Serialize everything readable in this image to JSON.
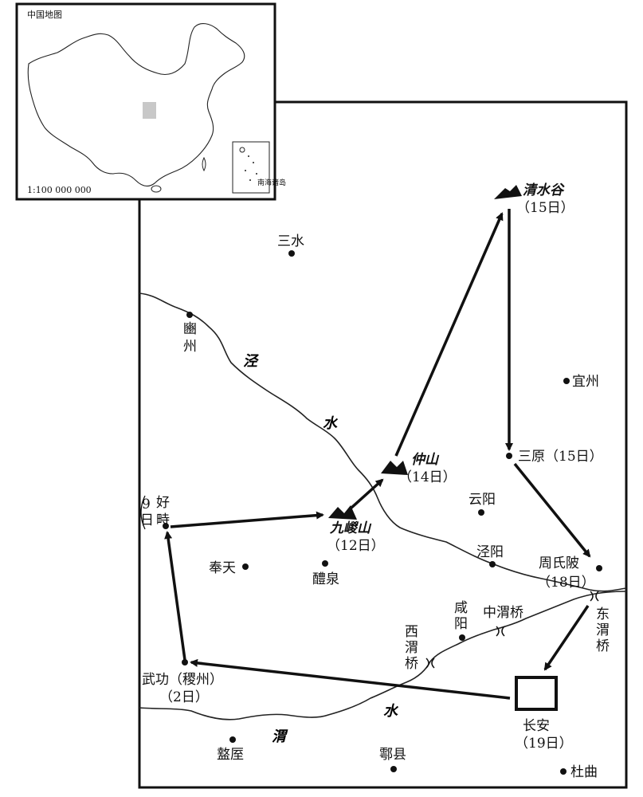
{
  "inset": {
    "title": "中国地图",
    "scale": "1:100 000 000",
    "south_sea_label": "南海诸岛"
  },
  "rivers": {
    "jing_1": "泾",
    "jing_2": "水",
    "wei_1": "渭",
    "wei_2": "水"
  },
  "places": {
    "sanshui": "三水",
    "binzhou_1": "豳",
    "binzhou_2": "州",
    "yizhou": "宜州",
    "sanyuan": "三原（15日）",
    "yunyang": "云阳",
    "jingyang": "泾阳",
    "fengtian": "奉天",
    "liquan": "醴泉",
    "xianyang_1": "咸",
    "xianyang_2": "阳",
    "zhouxi_bridge": "中渭桥",
    "xiwei_1": "西",
    "xiwei_2": "渭",
    "xiwei_3": "桥",
    "dongwei_1": "东",
    "dongwei_2": "渭",
    "dongwei_3": "桥",
    "zhoushiling": "周氏陂",
    "zhoushiling_day": "（18日）",
    "wugong": "武功（稷州）",
    "wugong_day": "（2日）",
    "zhouzhi": "盩厔",
    "huxian": "鄠县",
    "duqu": "杜曲"
  },
  "stops": {
    "haozhi_1": "好",
    "haozhi_2": "畤",
    "haozhi_day_1": "9",
    "haozhi_day_2": "日",
    "jiuzong": "九嵕山",
    "jiuzong_day": "（12日）",
    "zhongshan": "仲山",
    "zhongshan_day": "（14日）",
    "qingshuigu": "清水谷",
    "qingshuigu_day": "（15日）",
    "changan": "长安",
    "changan_day": "（19日）"
  }
}
